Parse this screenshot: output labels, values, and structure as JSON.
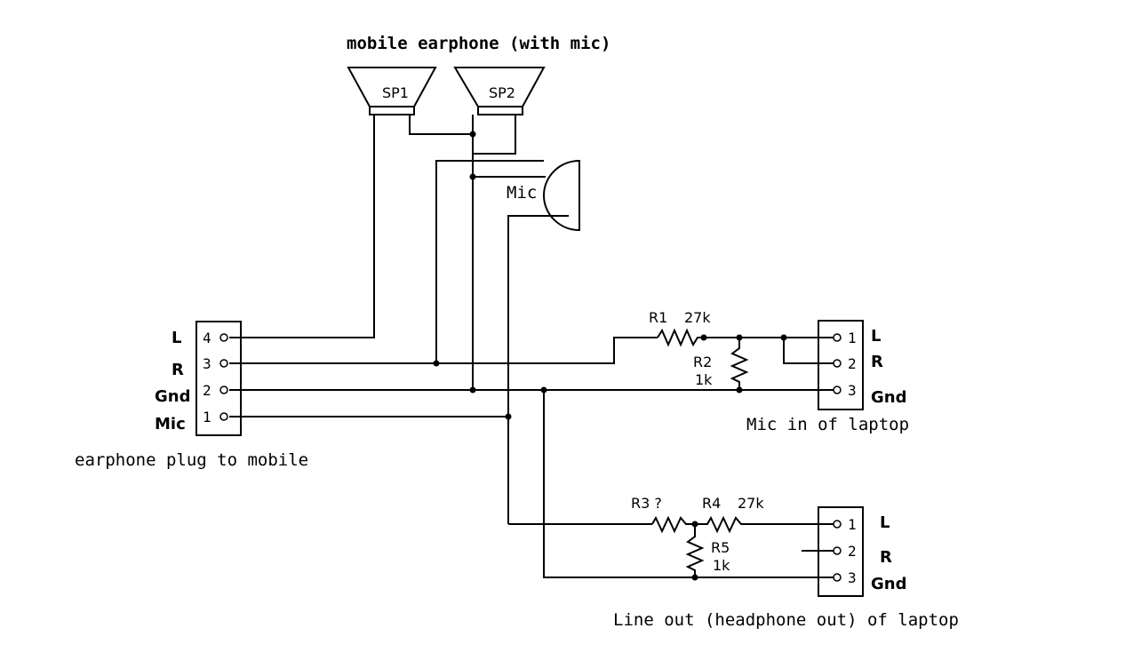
{
  "title": "mobile earphone (with mic)",
  "speakers": {
    "sp1": "SP1",
    "sp2": "SP2"
  },
  "mic_label": "Mic",
  "plug": {
    "caption": "earphone plug to mobile",
    "labels": [
      "L",
      "R",
      "Gnd",
      "Mic"
    ],
    "pins": [
      "4",
      "3",
      "2",
      "1"
    ]
  },
  "mic_in": {
    "caption": "Mic in of laptop",
    "pins": [
      "1",
      "2",
      "3"
    ],
    "labels": [
      "L",
      "R",
      "Gnd"
    ]
  },
  "line_out": {
    "caption": "Line out (headphone out) of laptop",
    "pins": [
      "1",
      "2",
      "3"
    ],
    "labels": [
      "L",
      "R",
      "Gnd"
    ]
  },
  "resistors": {
    "r1": "R1",
    "r1_value": "27k",
    "r2": "R2",
    "r2_value": "1k",
    "r3": "R3 ?",
    "r4": "R4",
    "r4_value": "27k",
    "r5": "R5",
    "r5_value": "1k"
  }
}
